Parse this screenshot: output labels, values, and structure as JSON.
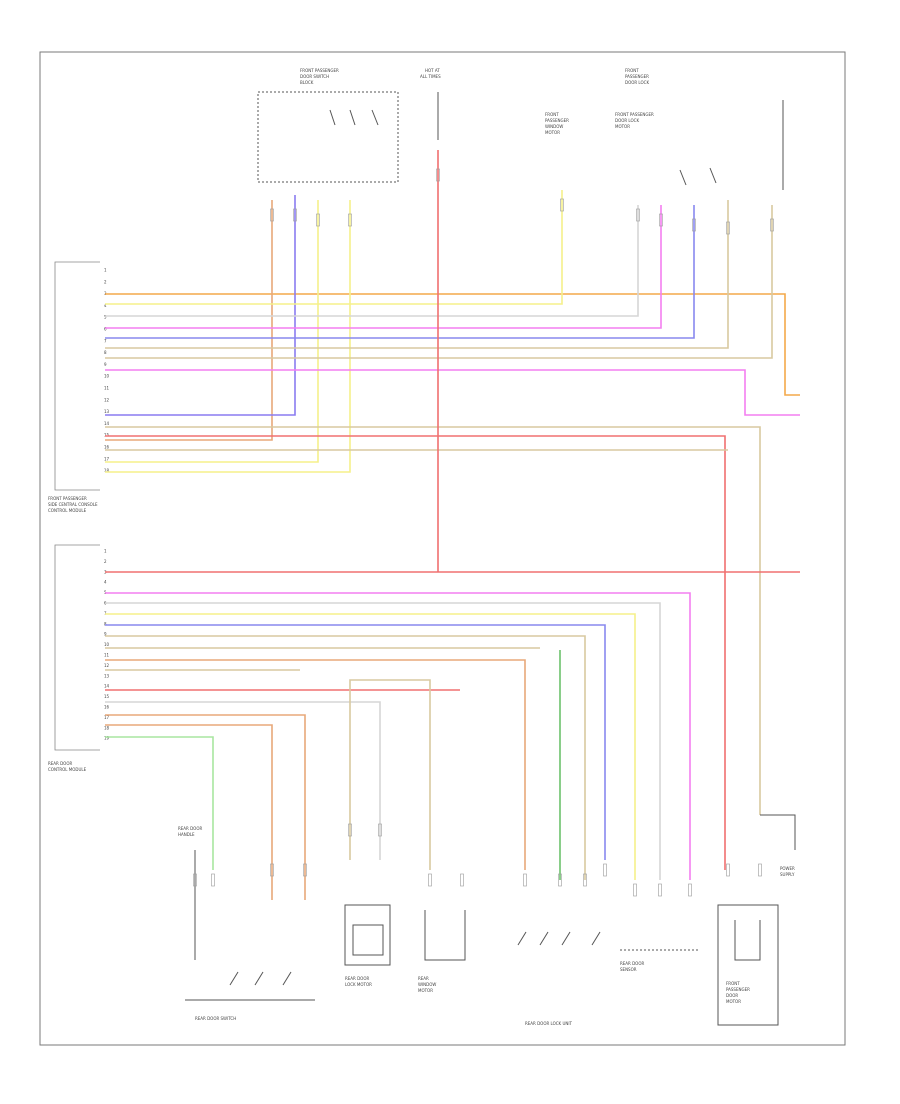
{
  "diagram": {
    "page_label": "",
    "colors": {
      "orange": "#f4a94a",
      "yellow": "#f5f08a",
      "pink": "#f47ff0",
      "purple": "#8a7cf0",
      "tan": "#d8c9a0",
      "red": "#f07070",
      "green": "#a8e6a0",
      "darkgreen": "#6cc16c",
      "blue": "#8888ee",
      "lightgray": "#d6d6d6",
      "orangetan": "#e8a87a"
    },
    "top_module": {
      "label_lines": [
        "FRONT PASSENGER",
        "SIDE CENTRAL CONSOLE",
        "CONTROL MODULE"
      ],
      "pins": [
        {
          "num": "1",
          "label": ""
        },
        {
          "num": "2",
          "label": ""
        },
        {
          "num": "3",
          "label": ""
        },
        {
          "num": "4",
          "label": ""
        },
        {
          "num": "5",
          "label": ""
        },
        {
          "num": "6",
          "label": ""
        },
        {
          "num": "7",
          "label": ""
        },
        {
          "num": "8",
          "label": ""
        },
        {
          "num": "9",
          "label": ""
        },
        {
          "num": "10",
          "label": ""
        },
        {
          "num": "11",
          "label": ""
        },
        {
          "num": "12",
          "label": ""
        },
        {
          "num": "13",
          "label": ""
        },
        {
          "num": "14",
          "label": ""
        },
        {
          "num": "15",
          "label": ""
        },
        {
          "num": "16",
          "label": ""
        },
        {
          "num": "17",
          "label": ""
        },
        {
          "num": "18",
          "label": ""
        }
      ]
    },
    "bottom_module": {
      "label_lines": [
        "REAR DOOR",
        "CONTROL MODULE"
      ],
      "pins": [
        {
          "num": "1",
          "label": ""
        },
        {
          "num": "2",
          "label": ""
        },
        {
          "num": "3",
          "label": ""
        },
        {
          "num": "4",
          "label": ""
        },
        {
          "num": "5",
          "label": ""
        },
        {
          "num": "6",
          "label": ""
        },
        {
          "num": "7",
          "label": ""
        },
        {
          "num": "8",
          "label": ""
        },
        {
          "num": "9",
          "label": ""
        },
        {
          "num": "10",
          "label": ""
        },
        {
          "num": "11",
          "label": ""
        },
        {
          "num": "12",
          "label": ""
        },
        {
          "num": "13",
          "label": ""
        },
        {
          "num": "14",
          "label": ""
        },
        {
          "num": "15",
          "label": ""
        },
        {
          "num": "16",
          "label": ""
        },
        {
          "num": "17",
          "label": ""
        },
        {
          "num": "18",
          "label": ""
        },
        {
          "num": "19",
          "label": ""
        }
      ]
    },
    "top_components": [
      {
        "id": "c1",
        "label_lines": [
          "FRONT PASSENGER",
          "DOOR SWITCH",
          "BLOCK"
        ]
      },
      {
        "id": "c2",
        "label_lines": [
          "HOT AT",
          "ALL TIMES"
        ]
      },
      {
        "id": "c3",
        "label_lines": [
          "FRONT",
          "PASSENGER",
          "WINDOW",
          "MOTOR"
        ]
      },
      {
        "id": "c4",
        "label_lines": [
          "FRONT PASSENGER",
          "DOOR LOCK",
          "MOTOR"
        ]
      },
      {
        "id": "c5",
        "label_lines": [
          "FRONT",
          "PASSENGER",
          "DOOR LOCK"
        ]
      }
    ],
    "bottom_components": [
      {
        "id": "b1",
        "label_lines": [
          "REAR DOOR",
          "HANDLE"
        ]
      },
      {
        "id": "b2",
        "label_lines": [
          "REAR DOOR SWITCH"
        ]
      },
      {
        "id": "b3",
        "label_lines": [
          "REAR DOOR",
          "LOCK MOTOR"
        ]
      },
      {
        "id": "b4",
        "label_lines": [
          "REAR",
          "WINDOW",
          "MOTOR"
        ]
      },
      {
        "id": "b5",
        "label_lines": [
          "REAR DOOR LOCK UNIT"
        ]
      },
      {
        "id": "b6",
        "label_lines": [
          "REAR DOOR",
          "SENSOR"
        ]
      },
      {
        "id": "b7",
        "label_lines": [
          "FRONT",
          "PASSENGER",
          "DOOR",
          "MOTOR"
        ]
      },
      {
        "id": "b8",
        "label_lines": [
          "POWER",
          "SUPPLY"
        ]
      }
    ]
  }
}
